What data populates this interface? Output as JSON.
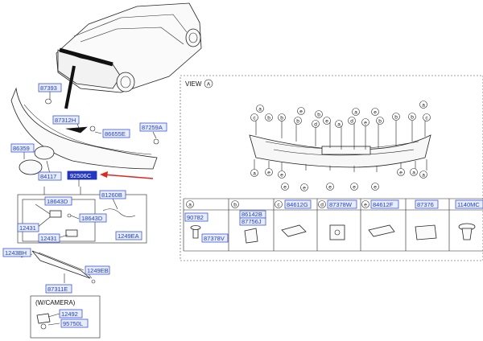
{
  "callouts": {
    "p87393": "87393",
    "p87312H": "87312H",
    "p86655E": "86655E",
    "p87259A": "87259A",
    "p86359": "86359",
    "p84117": "84117",
    "p92506C": "92506C",
    "p18643D_a": "18643D",
    "p81260B": "81260B",
    "p18643D_b": "18643D",
    "p12431_a": "12431",
    "p12431_b": "12431",
    "p1249EA": "1249EA",
    "p1243BH": "1243BH",
    "p1249EB": "1249EB",
    "p87311E": "87311E",
    "p12492": "12492",
    "p95750L": "95750L"
  },
  "camera_note": "(W/CAMERA)",
  "view": {
    "label": "VIEW",
    "letter": "A"
  },
  "table": {
    "headers": [
      {
        "letter": "a",
        "parts": []
      },
      {
        "letter": "b",
        "parts": [
          "86142B",
          "87756J"
        ]
      },
      {
        "letter": "c",
        "parts": [
          "84612G"
        ]
      },
      {
        "letter": "d",
        "parts": [
          "87378W"
        ]
      },
      {
        "letter": "e",
        "parts": [
          "84612F"
        ]
      },
      {
        "letter": "",
        "parts": [
          "87376"
        ]
      },
      {
        "letter": "",
        "parts": [
          "1140MC"
        ]
      }
    ],
    "col_a_parts": [
      "90782",
      "87378V"
    ]
  },
  "colors": {
    "callout_text": "#1f3fbf",
    "selected_fill": "#2438c7",
    "arrow": "#e0271f"
  }
}
